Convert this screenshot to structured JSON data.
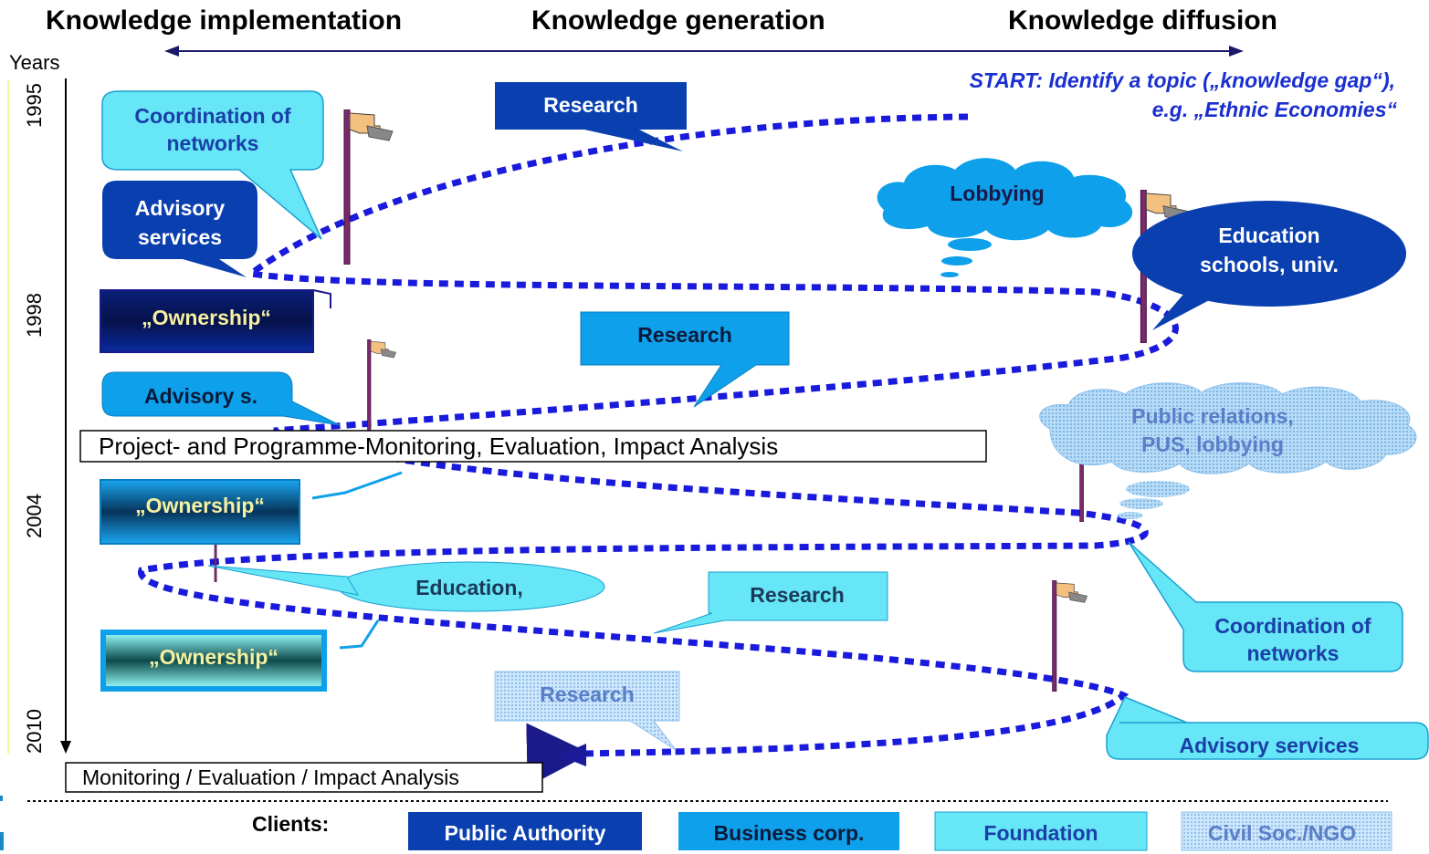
{
  "header": {
    "implementation": "Knowledge implementation",
    "generation": "Knowledge generation",
    "diffusion": "Knowledge diffusion"
  },
  "axis": {
    "title": "Years",
    "ticks": [
      "1995",
      "1998",
      "2004",
      "2010"
    ]
  },
  "start": {
    "line1": "START:  Identify a topic („knowledge gap“),",
    "line2": "e.g. „Ethnic Economies“"
  },
  "callouts": {
    "coordination_1": [
      "Coordination of",
      "networks"
    ],
    "research_1": "Research",
    "advisory_1": [
      "Advisory",
      "services"
    ],
    "lobbying": "Lobbying",
    "education_1": [
      "Education",
      "schools, univ."
    ],
    "ownership_1": "„Ownership“",
    "research_2": "Research",
    "advisory_2": "Advisory s.",
    "monitoring_box": "Project- and Programme-Monitoring, Evaluation, Impact Analysis",
    "public_relations": [
      "Public relations,",
      "PUS, lobbying"
    ],
    "ownership_2": "„Ownership“",
    "education_2": "Education,",
    "research_3": "Research",
    "coordination_2": [
      "Coordination of",
      "networks"
    ],
    "ownership_3": "„Ownership“",
    "research_4": "Research",
    "advisory_3": "Advisory services",
    "final_box": "Monitoring / Evaluation / Impact Analysis"
  },
  "legend": {
    "title": "Clients:",
    "items": [
      "Public Authority",
      "Business corp.",
      "Foundation",
      "Civil Soc./NGO"
    ]
  },
  "colors": {
    "public_authority": "#0a3fb0",
    "business": "#0ea0ea",
    "foundation": "#66e6f6",
    "ngo": "#a8d0f0",
    "dotted_path": "#1a1adc",
    "start_text": "#1a2fd0"
  }
}
